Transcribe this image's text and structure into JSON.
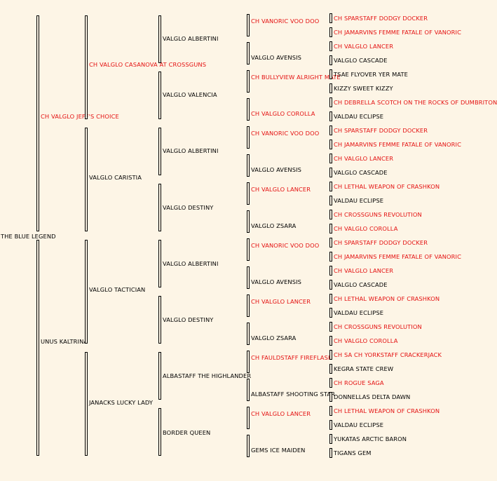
{
  "colors": {
    "champion": "#e41010",
    "normal": "#000000",
    "background": "#fdf5e6"
  },
  "gen0": {
    "name": "THE BLUE LEGEND"
  },
  "gen1": [
    {
      "name": "CH VALGLO JEFF'S CHOICE",
      "ch": true
    },
    {
      "name": "UNUS KALTRINA",
      "ch": false
    }
  ],
  "gen2": [
    {
      "name": "CH VALGLO CASANOVA AT CROSSGUNS",
      "ch": true
    },
    {
      "name": "VALGLO CARISTIA",
      "ch": false
    },
    {
      "name": "VALGLO TACTICIAN",
      "ch": false
    },
    {
      "name": "JANACKS LUCKY LADY",
      "ch": false
    }
  ],
  "gen3": [
    {
      "name": "VALGLO ALBERTINI",
      "ch": false
    },
    {
      "name": "VALGLO VALENCIA",
      "ch": false
    },
    {
      "name": "VALGLO ALBERTINI",
      "ch": false
    },
    {
      "name": "VALGLO DESTINY",
      "ch": false
    },
    {
      "name": "VALGLO ALBERTINI",
      "ch": false
    },
    {
      "name": "VALGLO DESTINY",
      "ch": false
    },
    {
      "name": "ALBASTAFF THE HIGHLANDER",
      "ch": false
    },
    {
      "name": "BORDER QUEEN",
      "ch": false
    }
  ],
  "gen4": [
    {
      "name": "CH VANORIC VOO DOO",
      "ch": true
    },
    {
      "name": "VALGLO AVENSIS",
      "ch": false
    },
    {
      "name": "CH BULLYVIEW ALRIGHT MATE",
      "ch": true
    },
    {
      "name": "CH VALGLO COROLLA",
      "ch": true
    },
    {
      "name": "CH VANORIC VOO DOO",
      "ch": true
    },
    {
      "name": "VALGLO AVENSIS",
      "ch": false
    },
    {
      "name": "CH VALGLO LANCER",
      "ch": true
    },
    {
      "name": "VALGLO ZSARA",
      "ch": false
    },
    {
      "name": "CH VANORIC VOO DOO",
      "ch": true
    },
    {
      "name": "VALGLO AVENSIS",
      "ch": false
    },
    {
      "name": "CH VALGLO LANCER",
      "ch": true
    },
    {
      "name": "VALGLO ZSARA",
      "ch": false
    },
    {
      "name": "CH FAULDSTAFF FIREFLASH",
      "ch": true
    },
    {
      "name": "ALBASTAFF SHOOTING STAR",
      "ch": false
    },
    {
      "name": "CH VALGLO LANCER",
      "ch": true
    },
    {
      "name": "GEMS ICE MAIDEN",
      "ch": false
    }
  ],
  "gen5": [
    {
      "name": "CH SPARSTAFF DODGY DOCKER",
      "ch": true
    },
    {
      "name": "CH JAMARVINS FEMME FATALE OF VANORIC",
      "ch": true
    },
    {
      "name": "CH VALGLO LANCER",
      "ch": true
    },
    {
      "name": "VALGLO CASCADE",
      "ch": false
    },
    {
      "name": "TSAE FLYOVER YER MATE",
      "ch": false
    },
    {
      "name": "KIZZY SWEET KIZZY",
      "ch": false
    },
    {
      "name": "CH DEBRELLA SCOTCH ON THE ROCKS OF DUMBRITON",
      "ch": true
    },
    {
      "name": "VALDAU ECLIPSE",
      "ch": false
    },
    {
      "name": "CH SPARSTAFF DODGY DOCKER",
      "ch": true
    },
    {
      "name": "CH JAMARVINS FEMME FATALE OF VANORIC",
      "ch": true
    },
    {
      "name": "CH VALGLO LANCER",
      "ch": true
    },
    {
      "name": "VALGLO CASCADE",
      "ch": false
    },
    {
      "name": "CH LETHAL WEAPON OF CRASHKON",
      "ch": true
    },
    {
      "name": "VALDAU ECLIPSE",
      "ch": false
    },
    {
      "name": "CH CROSSGUNS REVOLUTION",
      "ch": true
    },
    {
      "name": "CH VALGLO COROLLA",
      "ch": true
    },
    {
      "name": "CH SPARSTAFF DODGY DOCKER",
      "ch": true
    },
    {
      "name": "CH JAMARVINS FEMME FATALE OF VANORIC",
      "ch": true
    },
    {
      "name": "CH VALGLO LANCER",
      "ch": true
    },
    {
      "name": "VALGLO CASCADE",
      "ch": false
    },
    {
      "name": "CH LETHAL WEAPON OF CRASHKON",
      "ch": true
    },
    {
      "name": "VALDAU ECLIPSE",
      "ch": false
    },
    {
      "name": "CH CROSSGUNS REVOLUTION",
      "ch": true
    },
    {
      "name": "CH VALGLO COROLLA",
      "ch": true
    },
    {
      "name": "CH SA CH YORKSTAFF CRACKERJACK",
      "ch": true
    },
    {
      "name": "KEGRA STATE CREW",
      "ch": false
    },
    {
      "name": "CH ROGUE SAGA",
      "ch": true
    },
    {
      "name": "DONNELLAS DELTA DAWN",
      "ch": false
    },
    {
      "name": "CH  LETHAL WEAPON OF CRASHKON",
      "ch": true
    },
    {
      "name": "VALDAU ECLIPSE",
      "ch": false
    },
    {
      "name": "YUKATAS ARCTIC BARON",
      "ch": false
    },
    {
      "name": "TIGANS GEM",
      "ch": false
    }
  ]
}
